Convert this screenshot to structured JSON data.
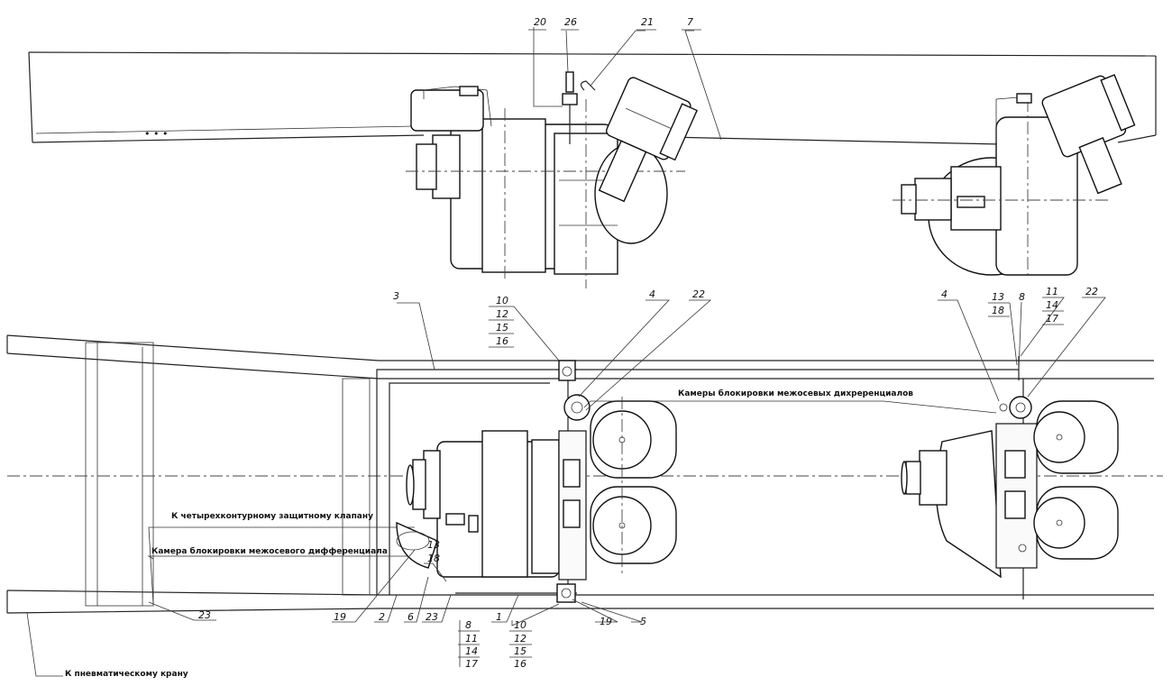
{
  "labels": {
    "top": {
      "n20": "20",
      "n26": "26",
      "n21": "21",
      "n7": "7"
    },
    "plan": {
      "n3": "3",
      "stack_top_mid": [
        "10",
        "12",
        "15",
        "16"
      ],
      "n4_mid": "4",
      "n22_mid": "22",
      "n4_right": "4",
      "stack_right_a": [
        "13",
        "18"
      ],
      "n8_right": "8",
      "stack_right_b": [
        "11",
        "14",
        "17"
      ],
      "n22_right": "22",
      "stack_center": [
        "13",
        "18"
      ],
      "n19_left": "19",
      "n2": "2",
      "n6": "6",
      "n23_left": "23",
      "stack_bottom_left": [
        "8",
        "11",
        "14",
        "17"
      ],
      "n1": "1",
      "stack_bottom_mid": [
        "10",
        "12",
        "15",
        "16"
      ],
      "n19_right": "19",
      "n5": "5",
      "n23_far": "23"
    }
  },
  "captions": {
    "interaxle_chambers": "Камеры блокировки межосевых дихреренциалов",
    "four_circuit_valve": "К четырехконтурному защитному клапану",
    "interaxle_chamber": "Камера блокировки межосевого дифференциала",
    "pneumatic_valve": "К пневматическому крану"
  }
}
